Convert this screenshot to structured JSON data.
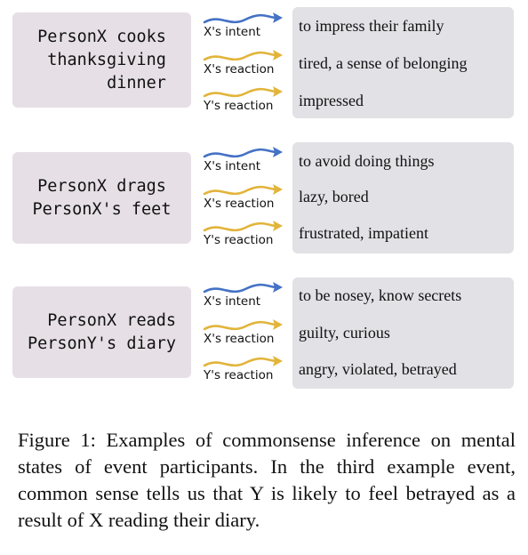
{
  "colors": {
    "intent_arrow": "#4472c4",
    "reaction_arrow": "#e2b43a",
    "event_box": "#e6e0e6",
    "output_box": "#e1e1e6"
  },
  "examples": [
    {
      "event_lines": [
        "PersonX cooks",
        "thanksgiving",
        "dinner"
      ],
      "relations": [
        {
          "label": "X's intent",
          "arrow": "blue",
          "output": "to impress their family"
        },
        {
          "label": "X's reaction",
          "arrow": "yellow",
          "output": "tired, a sense of belonging"
        },
        {
          "label": "Y's reaction",
          "arrow": "yellow",
          "output": "impressed"
        }
      ]
    },
    {
      "event_lines": [
        "PersonX drags",
        "PersonX's feet"
      ],
      "relations": [
        {
          "label": "X's intent",
          "arrow": "blue",
          "output": "to avoid doing things"
        },
        {
          "label": "X's reaction",
          "arrow": "yellow",
          "output": "lazy, bored"
        },
        {
          "label": "Y's reaction",
          "arrow": "yellow",
          "output": "frustrated, impatient"
        }
      ]
    },
    {
      "event_lines": [
        "PersonX reads",
        "PersonY's diary"
      ],
      "relations": [
        {
          "label": "X's intent",
          "arrow": "blue",
          "output": "to be nosey, know secrets"
        },
        {
          "label": "X's reaction",
          "arrow": "yellow",
          "output": "guilty, curious"
        },
        {
          "label": "Y's reaction",
          "arrow": "yellow",
          "output": "angry, violated, betrayed"
        }
      ]
    }
  ],
  "caption": "Figure 1: Examples of commonsense inference on mental states of event participants. In the third example event, common sense tells us that Y is likely to feel betrayed as a result of X reading their diary."
}
